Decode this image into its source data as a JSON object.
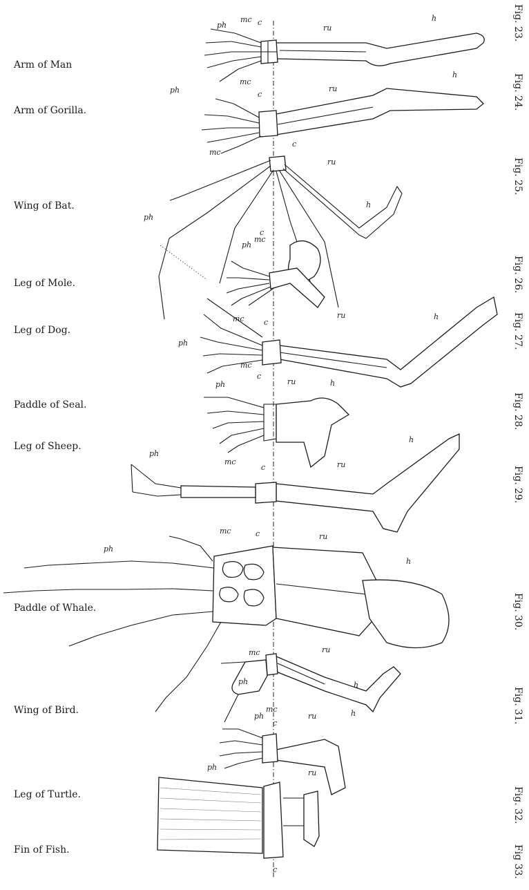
{
  "limb_labels": [
    "Arm of Man",
    "Arm of Gorilla.",
    "Wing of Bat.",
    "Leg of Mole.",
    "Leg of Dog.",
    "Paddle of Seal.",
    "Leg of Sheep.",
    "Paddle of Whale.",
    "Wing of Bird.",
    "Leg of Turtle.",
    "Fin of Fish."
  ],
  "figure_labels": [
    "Fig. 23.",
    "Fig. 24.",
    "Fig. 25.",
    "Fig. 26.",
    "Fig. 27.",
    "Fig. 28.",
    "Fig. 29.",
    "Fig. 30.",
    "Fig. 31.",
    "Fig. 32.",
    "Fig 33."
  ],
  "bone_abbreviations": {
    "phalanges": "ph",
    "metacarpals": "mc",
    "carpals": "c",
    "radius_ulna": "ru",
    "humerus": "h"
  }
}
